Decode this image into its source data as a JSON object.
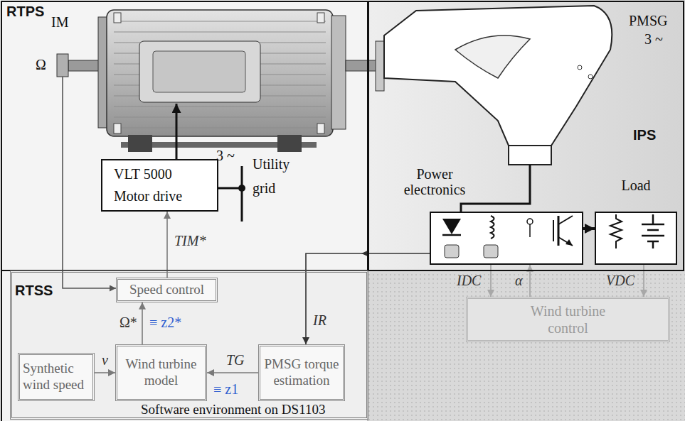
{
  "diagram": {
    "nodes": [
      {
        "text": [
          "RTPS"
        ]
      },
      {
        "text": [
          "VLT 5000 Motor drive"
        ],
        "in": 0
      },
      {
        "text": [
          "IPS"
        ]
      },
      {
        "text": [
          "Power electronics"
        ],
        "in": 2
      },
      {
        "text": [
          "Load"
        ],
        "in": 2
      },
      {
        "text": [
          "RTSS"
        ]
      },
      {
        "text": [
          "Speed control"
        ],
        "in": 5
      },
      {
        "text": [
          "Synthetic wind speed"
        ],
        "in": 5
      },
      {
        "text": [
          "Wind turbine model"
        ],
        "in": 5
      },
      {
        "text": [
          "PMSG torque estimation"
        ],
        "in": 5
      },
      {
        "text": [
          "Wind turbine control"
        ]
      }
    ],
    "edges": [
      {
        "from": 6,
        "to": 1,
        "arrow": "to",
        "label": "TIM*"
      },
      {
        "from": 7,
        "to": 8,
        "arrow": "to",
        "label": "v"
      },
      {
        "from": 8,
        "to": 6,
        "arrow": "to",
        "label": "Ω*"
      },
      {
        "from": 9,
        "to": 8,
        "arrow": "to",
        "label": "TG"
      },
      {
        "from": 3,
        "to": 9,
        "arrow": "to",
        "label": "IR"
      },
      {
        "from": 3,
        "to": 10,
        "arrow": "to",
        "label": "IDC"
      },
      {
        "from": 10,
        "to": 3,
        "arrow": "to",
        "label": "α"
      },
      {
        "from": 4,
        "to": 10,
        "arrow": "to",
        "label": "VDC"
      },
      {
        "from": 3,
        "to": 4,
        "arrow": "to"
      }
    ],
    "labels": [
      "IM",
      "Ω",
      "PMSG",
      "3 ~",
      "3 ~",
      "Utility grid",
      "≡ z2*",
      "≡ z1",
      "Software environment on DS1103"
    ]
  }
}
